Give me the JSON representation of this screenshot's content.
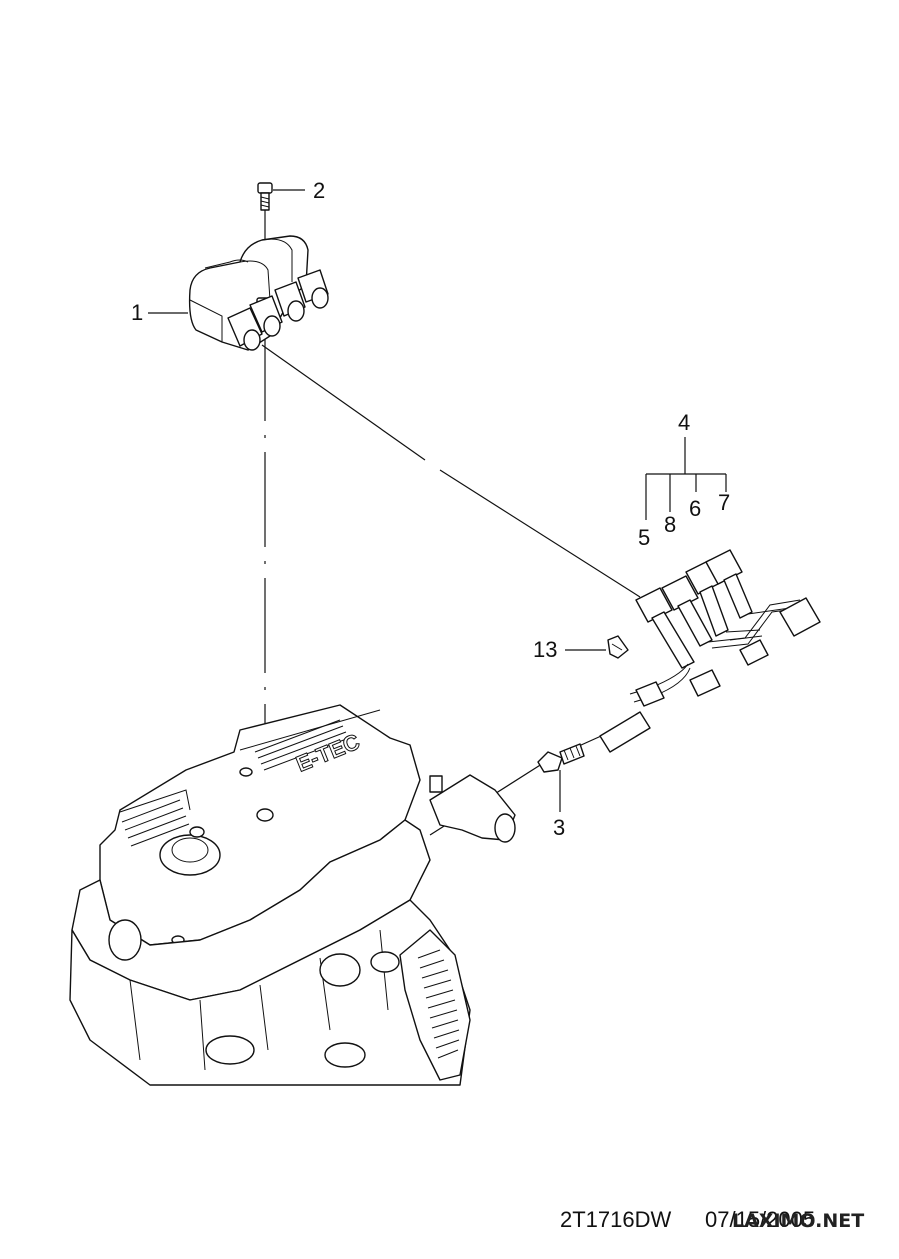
{
  "diagram": {
    "labels": {
      "ignition_coil": "1",
      "coil_bolt": "2",
      "spark_plug": "3",
      "cable_set": "4",
      "cable_5": "5",
      "cable_6": "6",
      "cable_7": "7",
      "cable_8": "8",
      "cable_clip": "13"
    },
    "engine_badge": "E-TEC",
    "footer": {
      "drawing_code": "2T1716DW",
      "date": "07/15/2005",
      "watermark": "LAXIMO.NET"
    }
  }
}
